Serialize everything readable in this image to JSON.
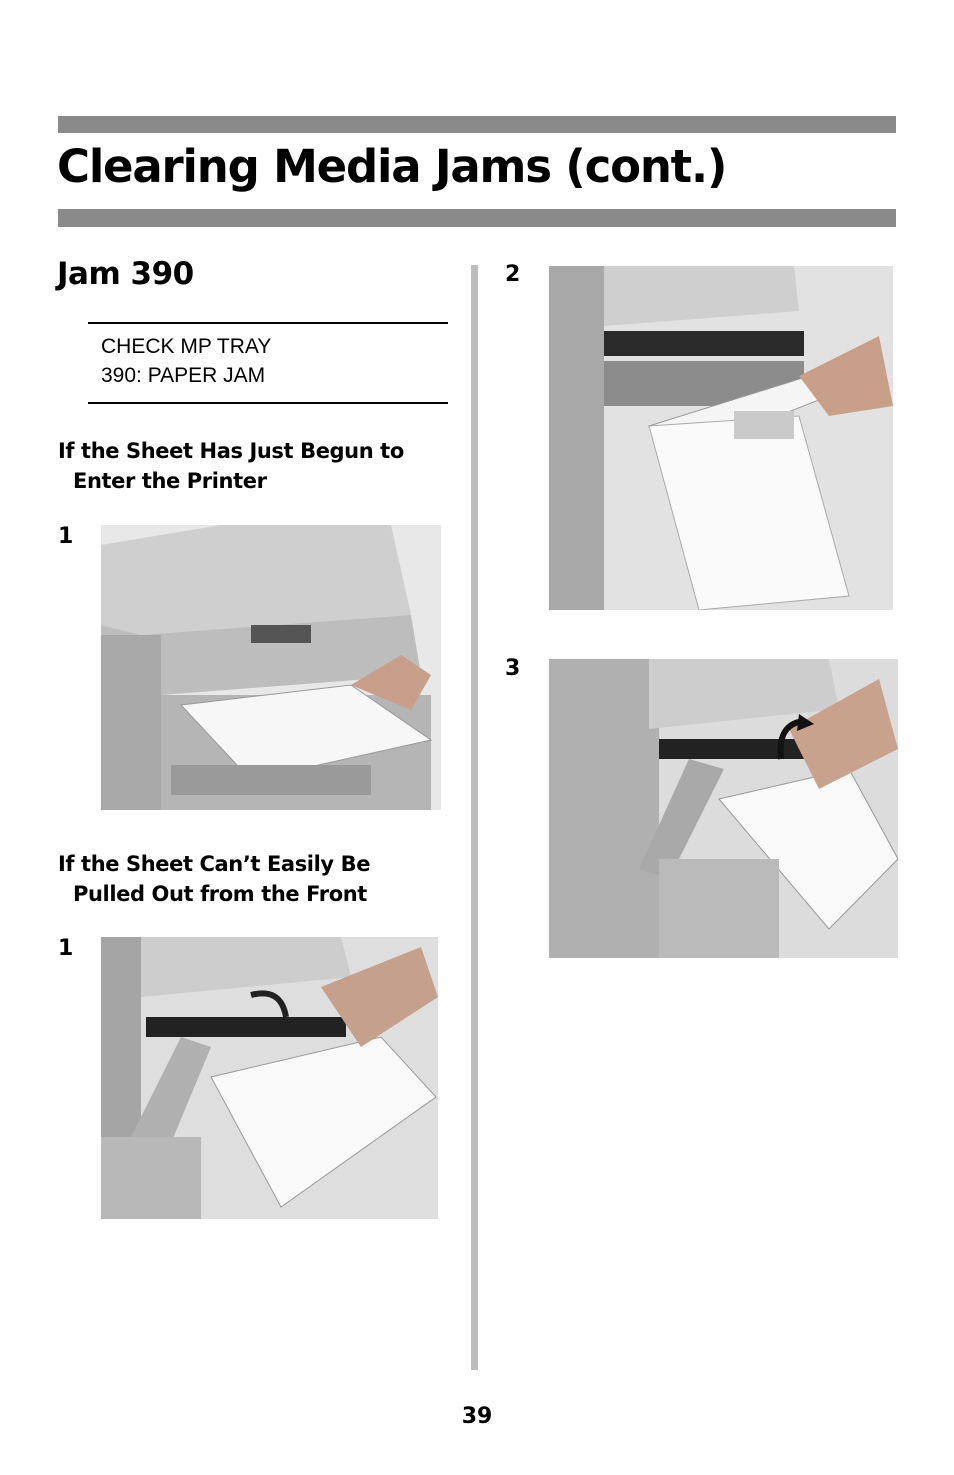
{
  "page": {
    "title": "Clearing Media Jams (cont.)",
    "page_number": "39"
  },
  "jam": {
    "heading": "Jam 390",
    "lcd_lines": [
      "CHECK MP TRAY",
      "390: PAPER JAM"
    ]
  },
  "procedure_a": {
    "heading_line1": "If the Sheet Has Just Begun to",
    "heading_line2": "Enter the Printer",
    "steps": [
      {
        "number": "1"
      }
    ]
  },
  "procedure_b": {
    "heading_line1": "If the Sheet Can’t Easily Be",
    "heading_line2": "Pulled Out from the Front",
    "steps": [
      {
        "number": "1"
      },
      {
        "number": "2"
      },
      {
        "number": "3"
      }
    ]
  }
}
